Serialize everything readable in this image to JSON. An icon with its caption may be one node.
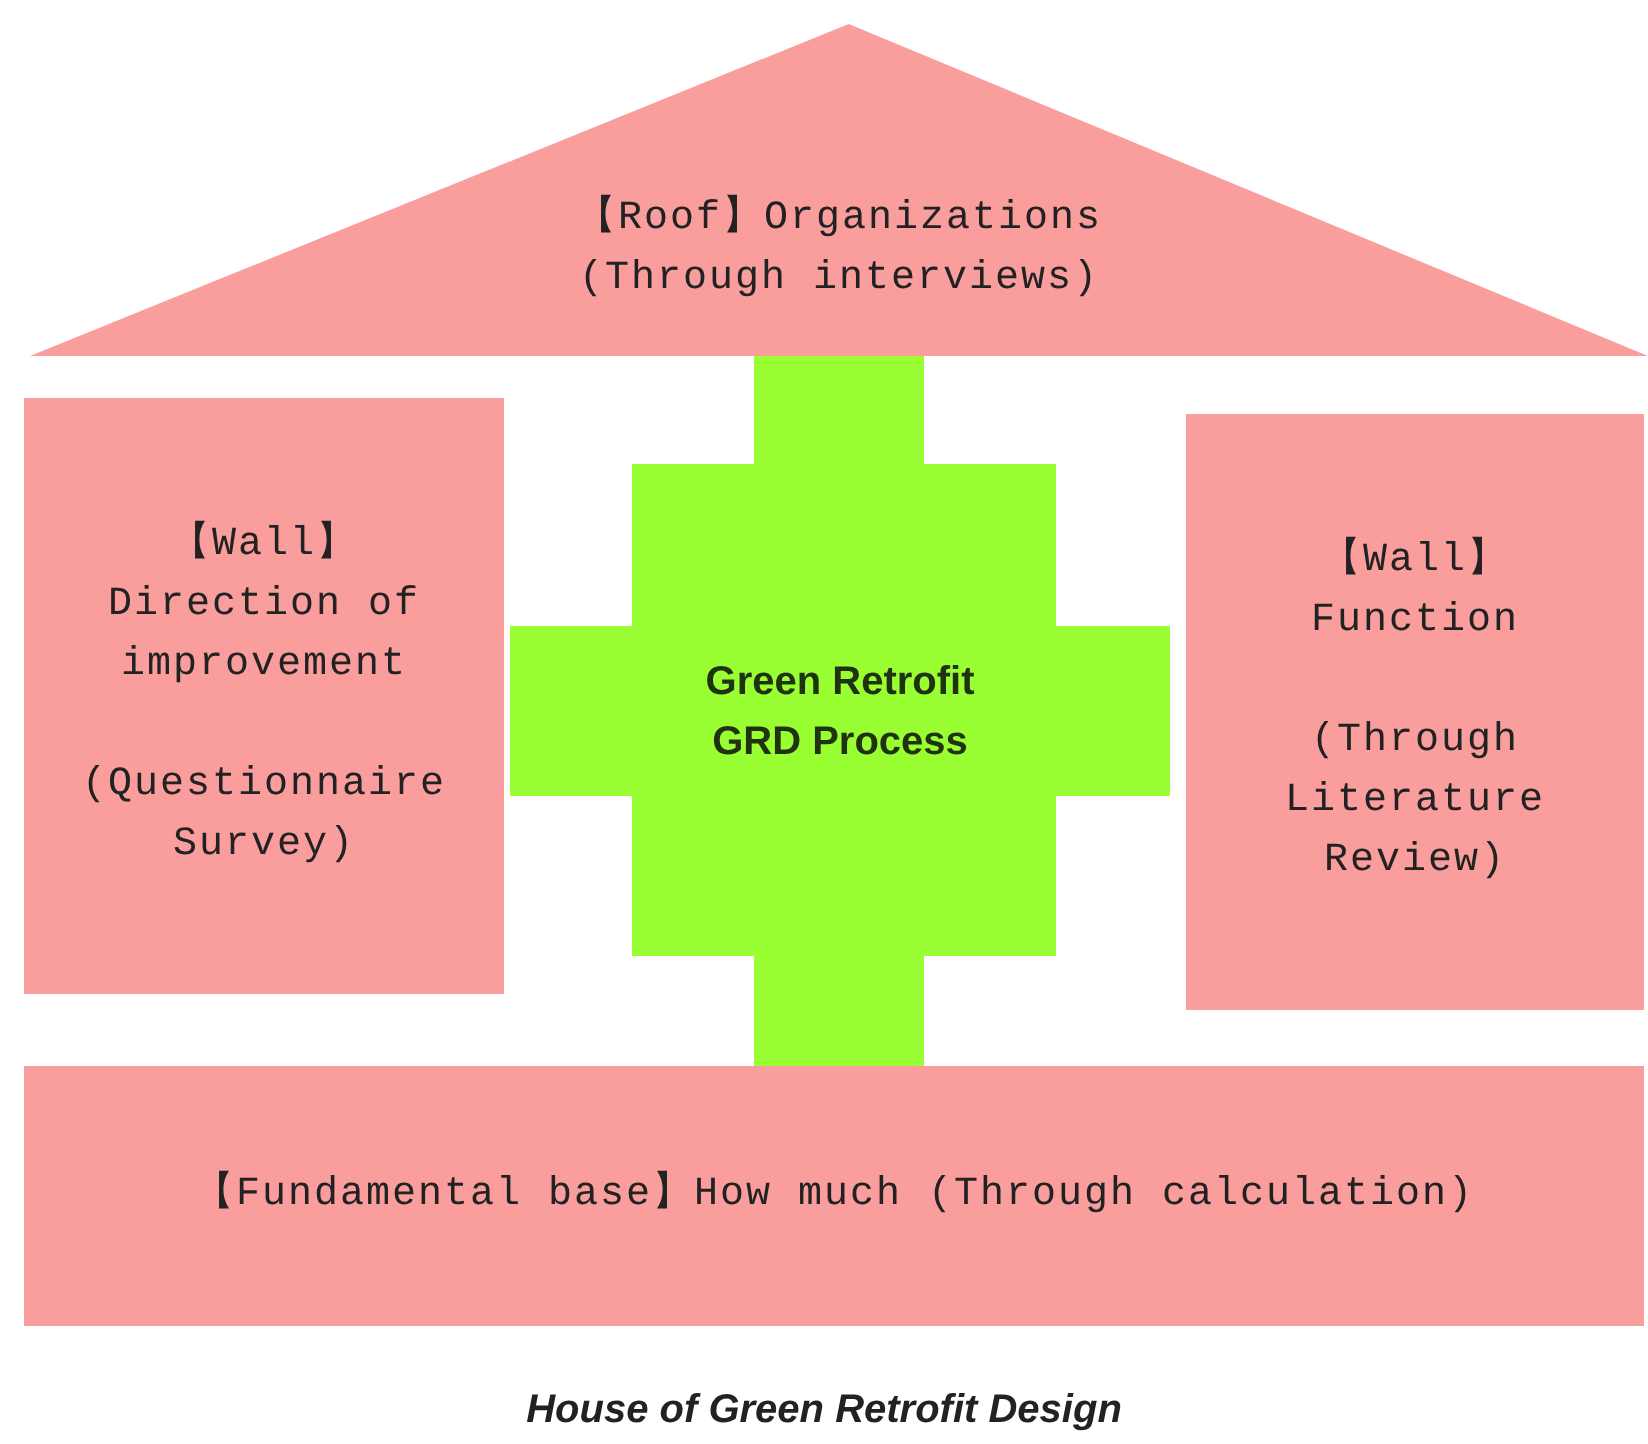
{
  "diagram": {
    "caption": "House of Green Retrofit Design",
    "nodes": [
      {
        "text": [
          "【Roof】Organizations (Through interviews)"
        ]
      },
      {
        "text": [
          "【Wall】 Direction of improvement",
          "(Questionnaire Survey)"
        ]
      },
      {
        "text": [
          "Green Retrofit GRD Process"
        ]
      },
      {
        "text": [
          "【Wall】 Function",
          "(Through Literature Review)"
        ]
      },
      {
        "text": [
          "【Fundamental base】How much (Through calculation)"
        ]
      }
    ]
  }
}
